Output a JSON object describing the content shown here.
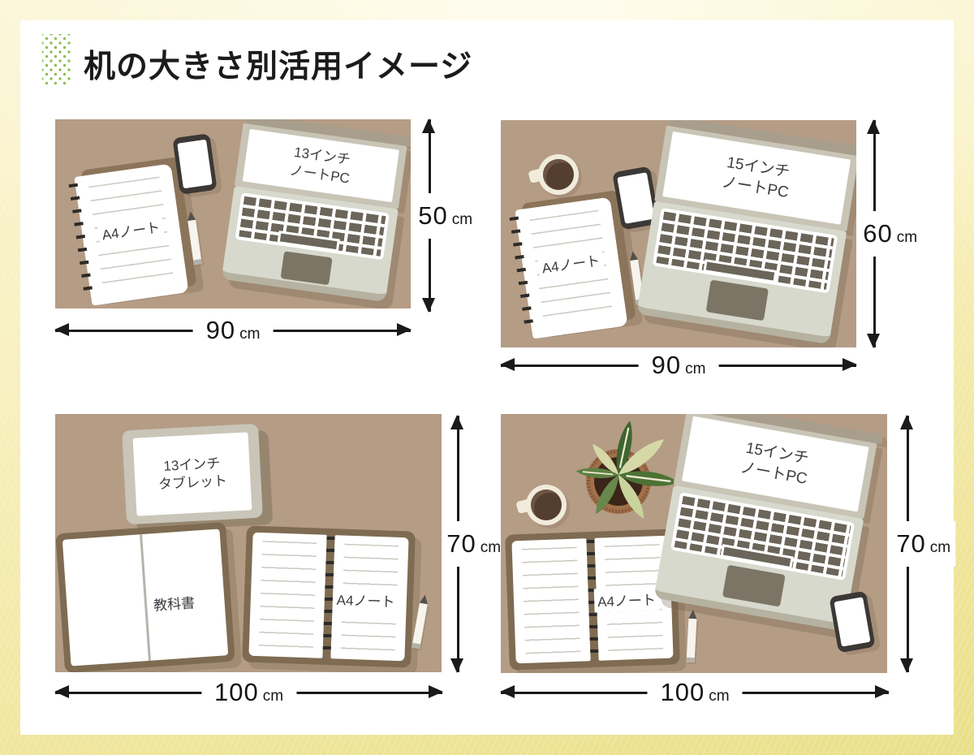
{
  "title": "机の大きさ別活用イメージ",
  "colors": {
    "background_yellow": "#f6edb0",
    "card_white": "#ffffff",
    "desk_tan": "#b59c85",
    "accent_green": "#8cbb4f",
    "ink_black": "#1a1a1a",
    "cover_brown": "#7e6b52",
    "laptop_body": "#d8d9cd",
    "keyboard_key_gray": "#6b655a"
  },
  "panels": [
    {
      "id": "desk-90x50",
      "width": {
        "num": "90",
        "unit": "cm"
      },
      "depth": {
        "num": "50",
        "unit": "cm"
      },
      "items": {
        "notebook": "A4ノート",
        "laptop_line1": "13インチ",
        "laptop_line2": "ノートPC"
      }
    },
    {
      "id": "desk-90x60",
      "width": {
        "num": "90",
        "unit": "cm"
      },
      "depth": {
        "num": "60",
        "unit": "cm"
      },
      "items": {
        "notebook": "A4ノート",
        "laptop_line1": "15インチ",
        "laptop_line2": "ノートPC"
      }
    },
    {
      "id": "desk-100x70-study",
      "width": {
        "num": "100",
        "unit": "cm"
      },
      "depth": {
        "num": "70",
        "unit": "cm"
      },
      "items": {
        "tablet_line1": "13インチ",
        "tablet_line2": "タブレット",
        "textbook": "教科書",
        "notebook": "A4ノート"
      }
    },
    {
      "id": "desk-100x70-pc",
      "width": {
        "num": "100",
        "unit": "cm"
      },
      "depth": {
        "num": "70",
        "unit": "cm"
      },
      "items": {
        "notebook": "A4ノート",
        "laptop_line1": "15インチ",
        "laptop_line2": "ノートPC"
      }
    }
  ]
}
